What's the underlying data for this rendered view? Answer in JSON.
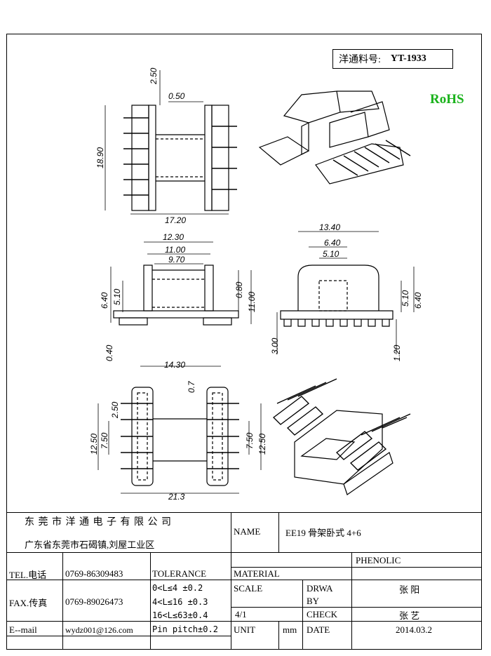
{
  "header": {
    "part_label": "洋通料号:",
    "part_number": "YT-1933",
    "rohs": "RoHS"
  },
  "dimensions": {
    "top_view": [
      "2.50",
      "0.50",
      "18.90",
      "17.20"
    ],
    "front_view": [
      "12.30",
      "11.00",
      "9.70",
      "6.40",
      "5.10",
      "0.80",
      "11.00",
      "0.40"
    ],
    "side_view": [
      "13.40",
      "6.40",
      "5.10",
      "5.10",
      "6.40",
      "3.00",
      "1.20"
    ],
    "bottom_view": [
      "14.30",
      "0.7",
      "2.50",
      "12.50",
      "7.50",
      "7.50",
      "12.50",
      "21.3"
    ]
  },
  "title_block": {
    "company": "东 莞 市 洋 通 电 子 有 限 公 司",
    "address": "广东省东莞市石碣镇,刘屋工业区",
    "name_label": "NAME",
    "name_value": "EE19 骨架卧式 4+6",
    "tel_label": "TEL.电话",
    "tel_value": "0769-86309483",
    "fax_label": "FAX.传真",
    "fax_value": "0769-89026473",
    "email_label": "E--mail",
    "email_value": "wydz001@126.com",
    "tolerance_label": "TOLERANCE",
    "tolerance_lines": [
      "0<L≤4  ±0.2",
      "4<L≤16 ±0.3",
      "16<L≤63±0.4",
      "Pin pitch±0.2"
    ],
    "material_label": "MATERIAL",
    "material_value": "PHENOLIC",
    "scale_label": "SCALE",
    "scale_value": "4/1",
    "drawn_label_1": "DRWA",
    "drawn_label_2": "BY",
    "drawn_value": "张 阳",
    "check_label": "CHECK",
    "check_value": "张 艺",
    "unit_label": "UNIT",
    "unit_value": "mm",
    "date_label": "DATE",
    "date_value": "2014.03.2"
  }
}
